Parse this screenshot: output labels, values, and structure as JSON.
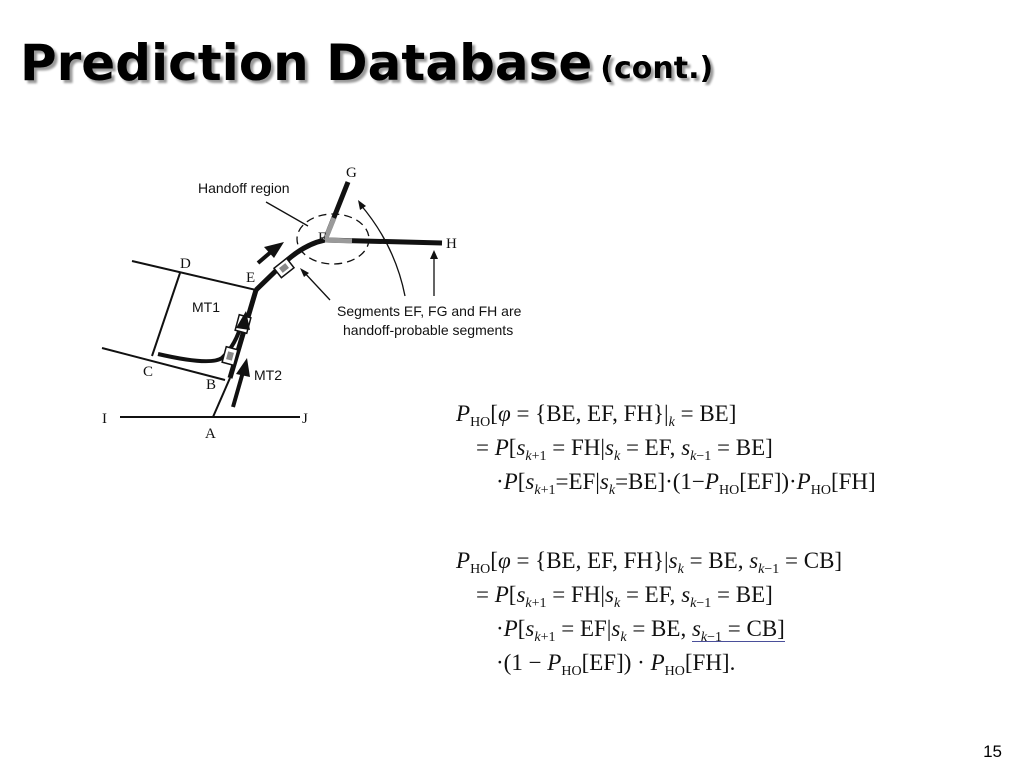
{
  "slide": {
    "title": "Prediction Database",
    "title_suffix": "(cont.)",
    "page_number": "15"
  },
  "diagram": {
    "labels": {
      "g": "G",
      "f": "F",
      "h": "H",
      "d": "D",
      "e": "E",
      "c": "C",
      "b": "B",
      "a": "A",
      "i": "I",
      "j": "J",
      "mt1": "MT1",
      "mt2": "MT2"
    },
    "handoff_region_label": "Handoff region",
    "segments_note_line1": "Segments EF, FG and FH are",
    "segments_note_line2": "handoff-probable segments"
  },
  "formulas": {
    "first_order": [
      "P_HO[φ = {BE, EF, FH}|_k = BE]",
      "= P[s_{k+1} = FH | s_k = EF, s_{k−1} = BE]",
      "· P[s_{k+1} = EF | s_k = BE] · (1 − P_HO[EF]) · P_HO[FH]"
    ],
    "second_order": [
      "P_HO[φ = {BE, EF, FH}| s_k = BE, s_{k−1} = CB]",
      "= P[s_{k+1} = FH | s_k = EF, s_{k−1} = BE]",
      "· P[s_{k+1} = EF | s_k = BE, s_{k−1} = CB]",
      "· (1 − P_HO[EF]) · P_HO[FH]."
    ]
  },
  "colors": {
    "title_shadow": "#9a9a9a",
    "road": "#111111",
    "underline": "#4a4f9a"
  }
}
